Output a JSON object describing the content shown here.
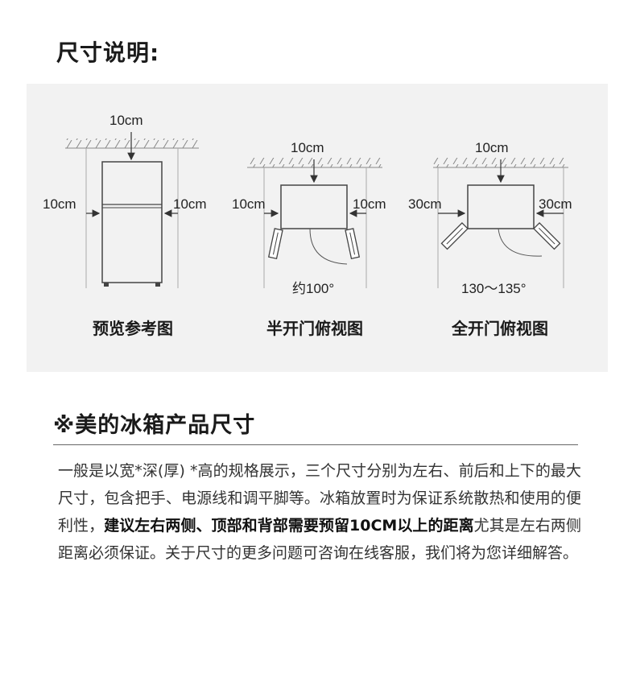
{
  "header": {
    "title": "尺寸说明:"
  },
  "diagrams": [
    {
      "top_gap": "10cm",
      "left_gap": "10cm",
      "right_gap": "10cm",
      "angle": "",
      "caption": "预览参考图"
    },
    {
      "top_gap": "10cm",
      "left_gap": "10cm",
      "right_gap": "10cm",
      "angle": "约100°",
      "caption": "半开门俯视图"
    },
    {
      "top_gap": "10cm",
      "left_gap": "30cm",
      "right_gap": "30cm",
      "angle": "130～135°",
      "caption": "全开门俯视图"
    }
  ],
  "section": {
    "title": "※美的冰箱产品尺寸",
    "text_part1": "一般是以宽*深(厚) *高的规格展示，三个尺寸分别为左右、前后和上下的最大尺寸，包含把手、电源线和调平脚等。冰箱放置时为保证系统散热和使用的便利性，",
    "text_bold": "建议左右两侧、顶部和背部需要预留10CM以上的距离",
    "text_part2": "尤其是左右两侧距离必须保证。关于尺寸的更多问题可咨询在线客服，我们将为您详细解答。"
  }
}
